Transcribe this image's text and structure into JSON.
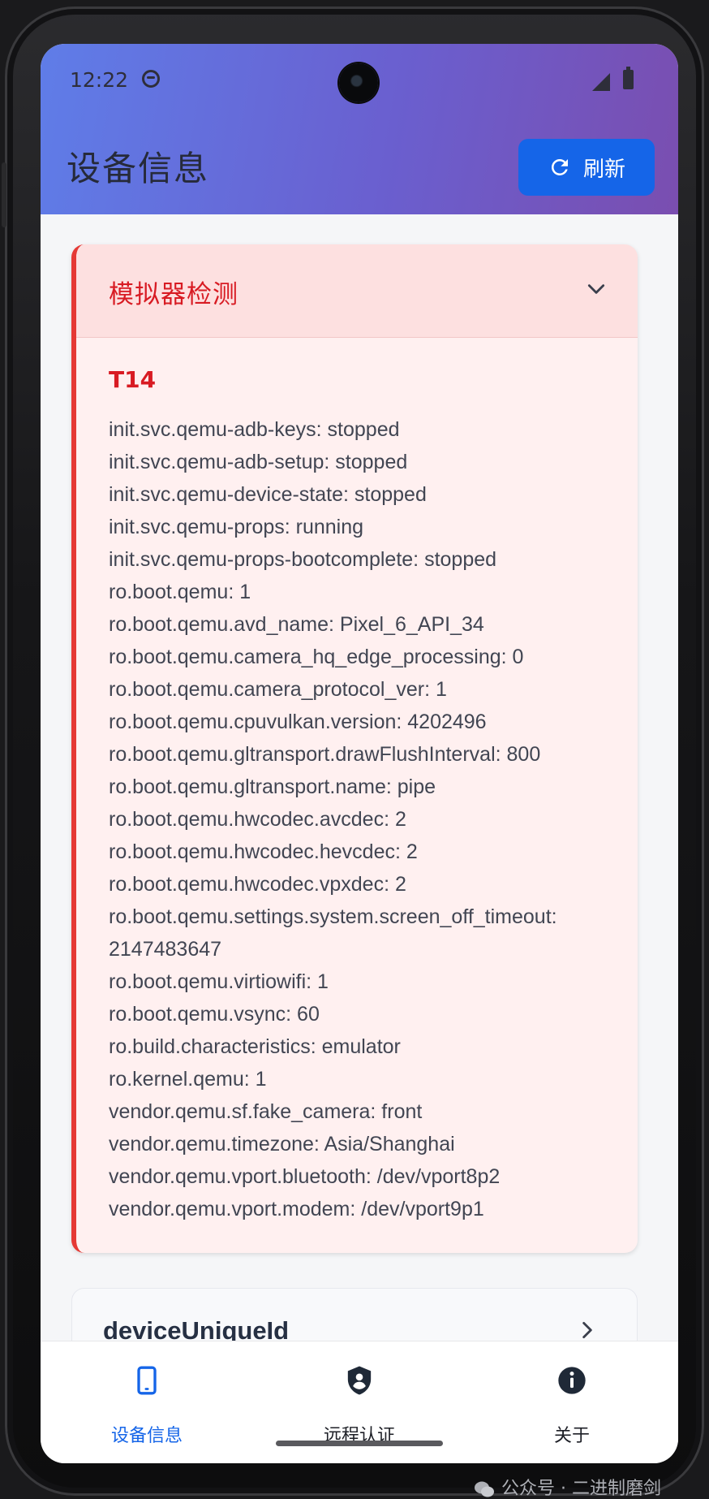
{
  "status_bar": {
    "time": "12:22"
  },
  "header": {
    "title": "设备信息",
    "refresh_label": "刷新"
  },
  "emulator_card": {
    "title": "模拟器检测",
    "subtitle": "T14",
    "properties": [
      "init.svc.qemu-adb-keys: stopped",
      "init.svc.qemu-adb-setup: stopped",
      "init.svc.qemu-device-state: stopped",
      "init.svc.qemu-props: running",
      "init.svc.qemu-props-bootcomplete: stopped",
      "ro.boot.qemu: 1",
      "ro.boot.qemu.avd_name: Pixel_6_API_34",
      "ro.boot.qemu.camera_hq_edge_processing: 0",
      "ro.boot.qemu.camera_protocol_ver: 1",
      "ro.boot.qemu.cpuvulkan.version: 4202496",
      "ro.boot.qemu.gltransport.drawFlushInterval: 800",
      "ro.boot.qemu.gltransport.name: pipe",
      "ro.boot.qemu.hwcodec.avcdec: 2",
      "ro.boot.qemu.hwcodec.hevcdec: 2",
      "ro.boot.qemu.hwcodec.vpxdec: 2",
      "ro.boot.qemu.settings.system.screen_off_timeout:",
      "2147483647",
      "ro.boot.qemu.virtiowifi: 1",
      "ro.boot.qemu.vsync: 60",
      "ro.build.characteristics: emulator",
      "ro.kernel.qemu: 1",
      "vendor.qemu.sf.fake_camera: front",
      "vendor.qemu.timezone: Asia/Shanghai",
      "vendor.qemu.vport.bluetooth: /dev/vport8p2",
      "vendor.qemu.vport.modem: /dev/vport9p1"
    ]
  },
  "next_card": {
    "title": "deviceUniqueId"
  },
  "bottom_nav": {
    "items": [
      {
        "label": "设备信息",
        "icon": "phone-icon",
        "active": true
      },
      {
        "label": "远程认证",
        "icon": "shield-user-icon",
        "active": false
      },
      {
        "label": "关于",
        "icon": "info-icon",
        "active": false
      }
    ]
  },
  "watermark": {
    "text": "公众号 · 二进制磨剑"
  },
  "colors": {
    "accent": "#1565e8",
    "danger": "#d81b23",
    "header_gradient_start": "#5f7de8",
    "header_gradient_end": "#7a4eb0"
  }
}
